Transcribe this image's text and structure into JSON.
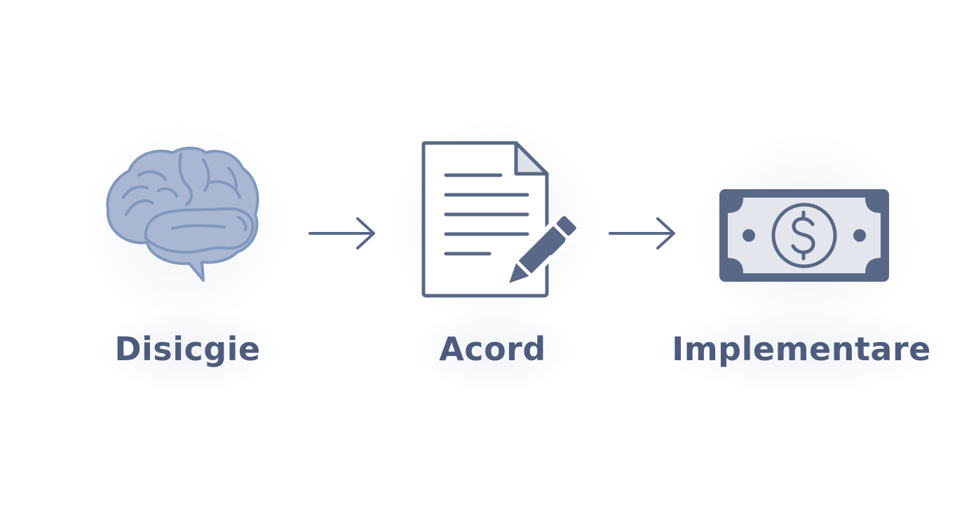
{
  "steps": [
    {
      "label": "Disicgie",
      "icon": "brain-icon"
    },
    {
      "label": "Acord",
      "icon": "document-pen-icon"
    },
    {
      "label": "Implementare",
      "icon": "banknote-dollar-icon"
    }
  ],
  "arrows": [
    {
      "icon": "arrow-right-icon"
    },
    {
      "icon": "arrow-right-icon"
    }
  ],
  "colors": {
    "primary": "#586886",
    "brain_fill": "#a9b7d2",
    "brain_stroke": "#8197bd",
    "document_fill": "#ffffff",
    "document_fold": "#dde2eb",
    "banknote_fill": "#e3e6ed",
    "label": "#4d5b7c",
    "background": "#ffffff"
  }
}
